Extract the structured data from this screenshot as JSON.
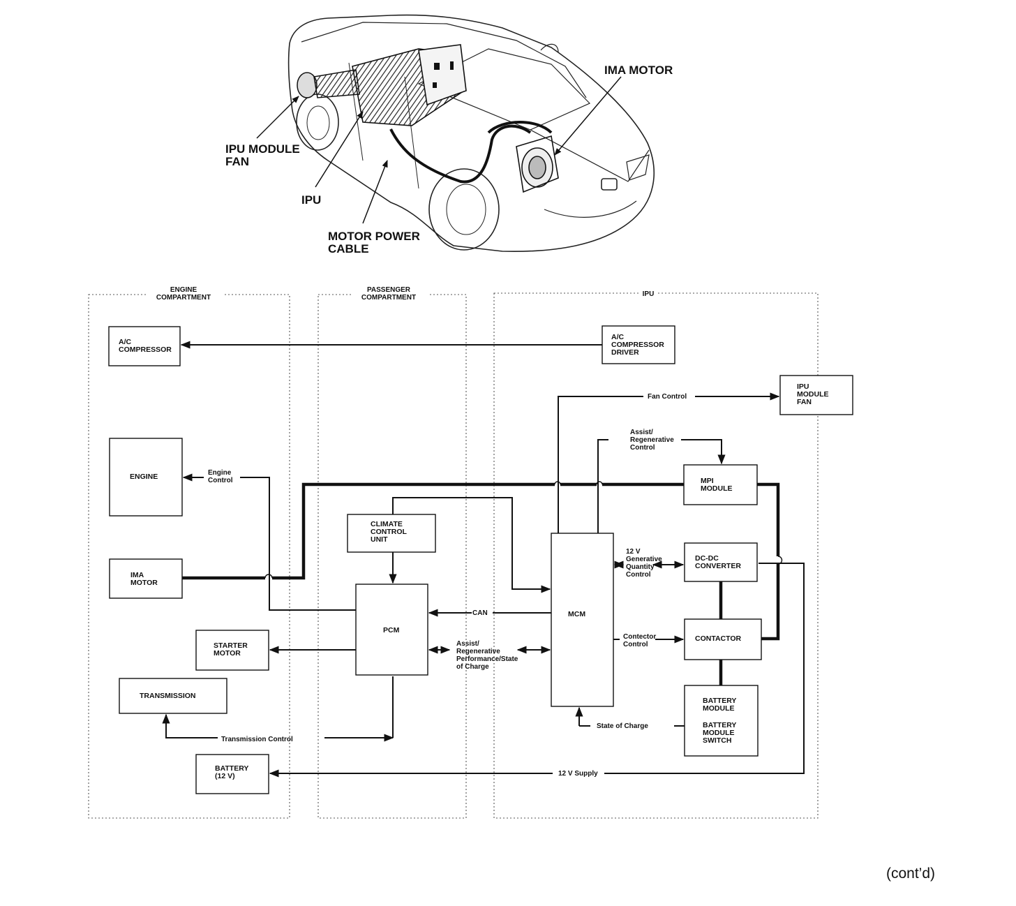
{
  "car_callouts": {
    "ima_motor": "IMA MOTOR",
    "ipu_module_fan": [
      "IPU MODULE",
      "FAN"
    ],
    "ipu": "IPU",
    "motor_power_cable": [
      "MOTOR POWER",
      "CABLE"
    ]
  },
  "compartments": {
    "engine": [
      "ENGINE",
      "COMPARTMENT"
    ],
    "passenger": [
      "PASSENGER",
      "COMPARTMENT"
    ],
    "ipu": [
      "IPU"
    ]
  },
  "boxes": {
    "ac_compressor": [
      "A/C",
      "COMPRESSOR"
    ],
    "engine": [
      "ENGINE"
    ],
    "ima_motor": [
      "IMA",
      "MOTOR"
    ],
    "starter_motor": [
      "STARTER",
      "MOTOR"
    ],
    "transmission": [
      "TRANSMISSION"
    ],
    "battery_12v": [
      "BATTERY",
      "(12 V)"
    ],
    "climate_control_unit": [
      "CLIMATE",
      "CONTROL",
      "UNIT"
    ],
    "pcm": [
      "PCM"
    ],
    "ac_compressor_driver": [
      "A/C",
      "COMPRESSOR",
      "DRIVER"
    ],
    "ipu_module_fan": [
      "IPU",
      "MODULE",
      "FAN"
    ],
    "mpi_module": [
      "MPI",
      "MODULE"
    ],
    "dcdc_converter": [
      "DC-DC",
      "CONVERTER"
    ],
    "contactor": [
      "CONTACTOR"
    ],
    "mcm": [
      "MCM"
    ],
    "battery_module": [
      "BATTERY",
      "MODULE",
      "",
      "BATTERY",
      "MODULE",
      "SWITCH"
    ]
  },
  "signals": {
    "fan_control": [
      "Fan Control"
    ],
    "assist_regen_control": [
      "Assist/",
      "Regenerative",
      "Control"
    ],
    "engine_control": [
      "Engine",
      "Control"
    ],
    "generative_quantity": [
      "12 V",
      "Generative",
      "Quantity",
      "Control"
    ],
    "can": [
      "CAN"
    ],
    "assist_regen_performance": [
      "Assist/",
      "Regenerative",
      "Performance/State",
      "of Charge"
    ],
    "contactor_control": [
      "Contector",
      "Control"
    ],
    "state_of_charge": [
      "State of Charge"
    ],
    "transmission_control": [
      "Transmission Control"
    ],
    "supply_12v": [
      "12 V Supply"
    ]
  },
  "footer": {
    "contd": "(cont’d)"
  }
}
